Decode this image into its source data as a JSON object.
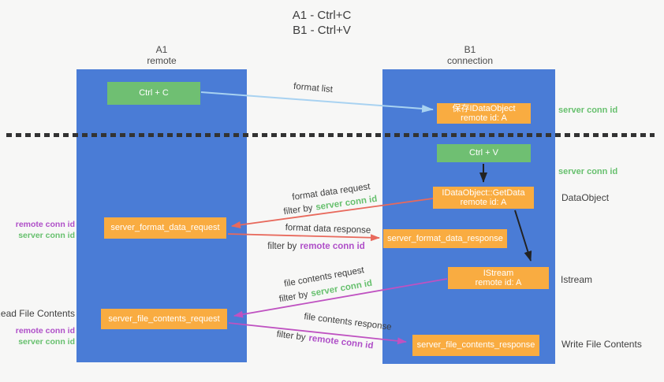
{
  "title": {
    "line1": "A1 - Ctrl+C",
    "line2": "B1 - Ctrl+V"
  },
  "lanes": {
    "left": {
      "name": "A1",
      "role": "remote"
    },
    "right": {
      "name": "B1",
      "role": "connection"
    }
  },
  "terms": {
    "server_conn_id": "server conn id",
    "remote_conn_id": "remote conn id",
    "filter_by": "filter by"
  },
  "boxes": {
    "ctrl_c": "Ctrl + C",
    "ctrl_v": "Ctrl + V",
    "save_idataobject": {
      "line1": "保存IDataObject",
      "line2": "remote id: A"
    },
    "getdata": {
      "line1": "IDataObject::GetData",
      "line2": "remote id: A"
    },
    "istream": {
      "line1": "IStream",
      "line2": "remote id: A"
    },
    "format_request": "server_format_data_request",
    "format_response": "server_format_data_response",
    "file_request": "server_file_contents_request",
    "file_response": "server_file_contents_response"
  },
  "arrow_labels": {
    "format_list": "format list",
    "format_data_request": "format data request",
    "format_data_response": "format data response",
    "file_contents_request": "file contents request",
    "file_contents_response": "file contents response"
  },
  "side_labels": {
    "dataobject": "DataObject",
    "istream": "Istream",
    "read_file_contents": "Read File Contents",
    "write_file_contents": "Write File Contents"
  },
  "colors": {
    "lane_blue": "#4a7cd6",
    "box_green": "#6fbf72",
    "box_orange": "#f9ac41",
    "arrow_red": "#e8695c",
    "arrow_magenta": "#bf52c1",
    "arrow_lightblue": "#a8d2f1",
    "arrow_black": "#222222",
    "label_green": "#67c06e",
    "label_purple": "#af4fc8"
  }
}
